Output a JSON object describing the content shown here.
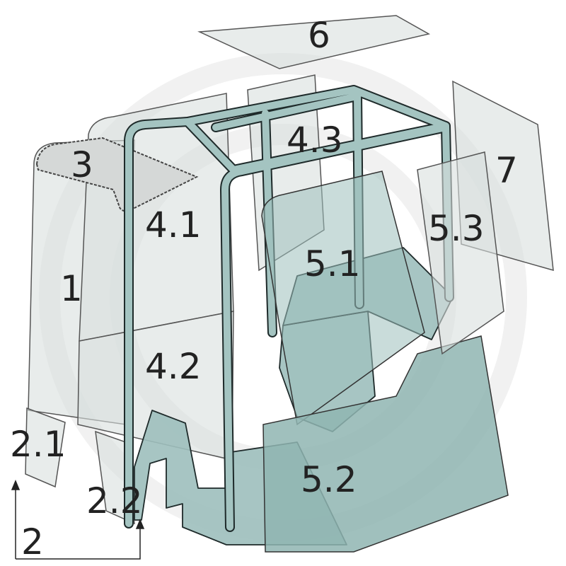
{
  "diagram": {
    "labels": {
      "p6": "6",
      "p7": "7",
      "p4_3": "4.3",
      "p3": "3",
      "p4_1": "4.1",
      "p5_3": "5.3",
      "p5_1": "5.1",
      "p1": "1",
      "p4_2": "4.2",
      "p2_1": "2.1",
      "p5_2": "5.2",
      "p2_2": "2.2",
      "p2": "2"
    },
    "colors": {
      "frame": "#9dbfbc",
      "glass": "#d9dfde",
      "outline": "#1e2a2a",
      "watermark": "#f0f0f0"
    }
  }
}
